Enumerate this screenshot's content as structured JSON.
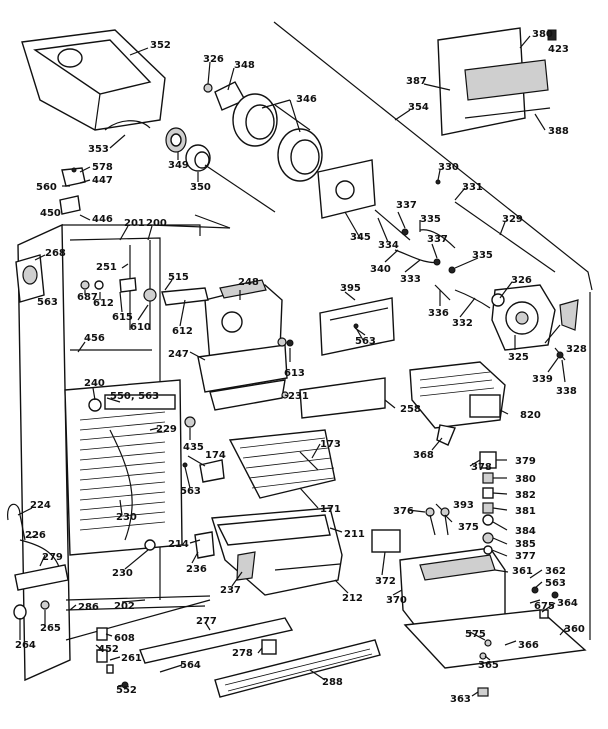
{
  "labels": [
    "352",
    "326",
    "348",
    "346",
    "380",
    "423",
    "387",
    "354",
    "388",
    "578",
    "447",
    "560",
    "353",
    "349",
    "350",
    "330",
    "331",
    "450",
    "446",
    "337",
    "335",
    "329",
    "201",
    "200",
    "345",
    "334",
    "268",
    "251",
    "515",
    "248",
    "340",
    "333",
    "337",
    "335",
    "326",
    "687",
    "612",
    "395",
    "563",
    "615",
    "610",
    "612",
    "336",
    "332",
    "325",
    "328",
    "339",
    "338",
    "456",
    "247",
    "613",
    "563",
    "240",
    "550, 563",
    "231",
    "258",
    "820",
    "229",
    "435",
    "173",
    "368",
    "378",
    "379",
    "380",
    "382",
    "376",
    "393",
    "381",
    "375",
    "384",
    "385",
    "377",
    "174",
    "563",
    "224",
    "171",
    "211",
    "230",
    "214",
    "226",
    "372",
    "279",
    "236",
    "361",
    "362",
    "563",
    "230",
    "237",
    "212",
    "370",
    "675",
    "364",
    "202",
    "286",
    "265",
    "277",
    "575",
    "366",
    "360",
    "264",
    "608",
    "452",
    "261",
    "278",
    "564",
    "365",
    "552",
    "288",
    "363"
  ]
}
